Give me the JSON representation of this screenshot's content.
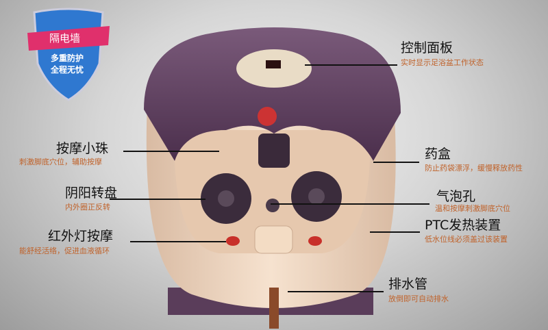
{
  "badge": {
    "ribbon": "隔电墙",
    "line1": "多重防护",
    "line2": "全程无忧"
  },
  "labels": {
    "control_panel": {
      "title": "控制面板",
      "desc": "实时显示足浴盆工作状态"
    },
    "medicine_box": {
      "title": "药盒",
      "desc": "防止药袋漂浮，缓慢释放药性"
    },
    "bubble_holes": {
      "title": "气泡孔",
      "desc": "温和按摩刺激脚底穴位"
    },
    "ptc_heater": {
      "title": "PTC发热装置",
      "desc": "低水位线必须盖过该装置"
    },
    "drain_pipe": {
      "title": "排水管",
      "desc": "放倒即可自动排水"
    },
    "massage_beads": {
      "title": "按摩小珠",
      "desc": "刺激脚底穴位，辅助按摩"
    },
    "yin_yang_disc": {
      "title": "阴阳转盘",
      "desc": "内外圈正反转"
    },
    "infrared_massage": {
      "title": "红外灯按摩",
      "desc": "能舒经活络，促进血液循环"
    }
  },
  "colors": {
    "lid": "#5e3f5e",
    "body": "#ecd3bd",
    "accent": "#c0622a",
    "shield": "#2f78d0",
    "ribbon": "#e0306c"
  }
}
